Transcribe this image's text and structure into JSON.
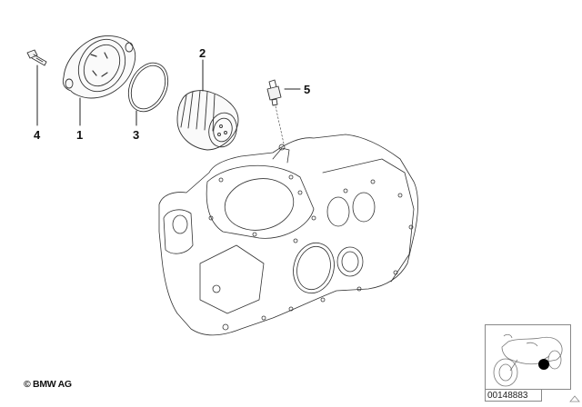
{
  "diagram": {
    "title": "Engine housing / oil filter parts diagram",
    "callouts": [
      {
        "number": "4",
        "part": "bolt"
      },
      {
        "number": "1",
        "part": "oil filter cover"
      },
      {
        "number": "3",
        "part": "o-ring"
      },
      {
        "number": "2",
        "part": "oil filter"
      },
      {
        "number": "5",
        "part": "oil pressure switch"
      }
    ],
    "main_assembly": "crankcase"
  },
  "footer": {
    "copyright": "© BMW AG",
    "document_number": "00148883"
  },
  "thumbnail": {
    "subject": "motorcycle",
    "marker_color": "#000000"
  }
}
